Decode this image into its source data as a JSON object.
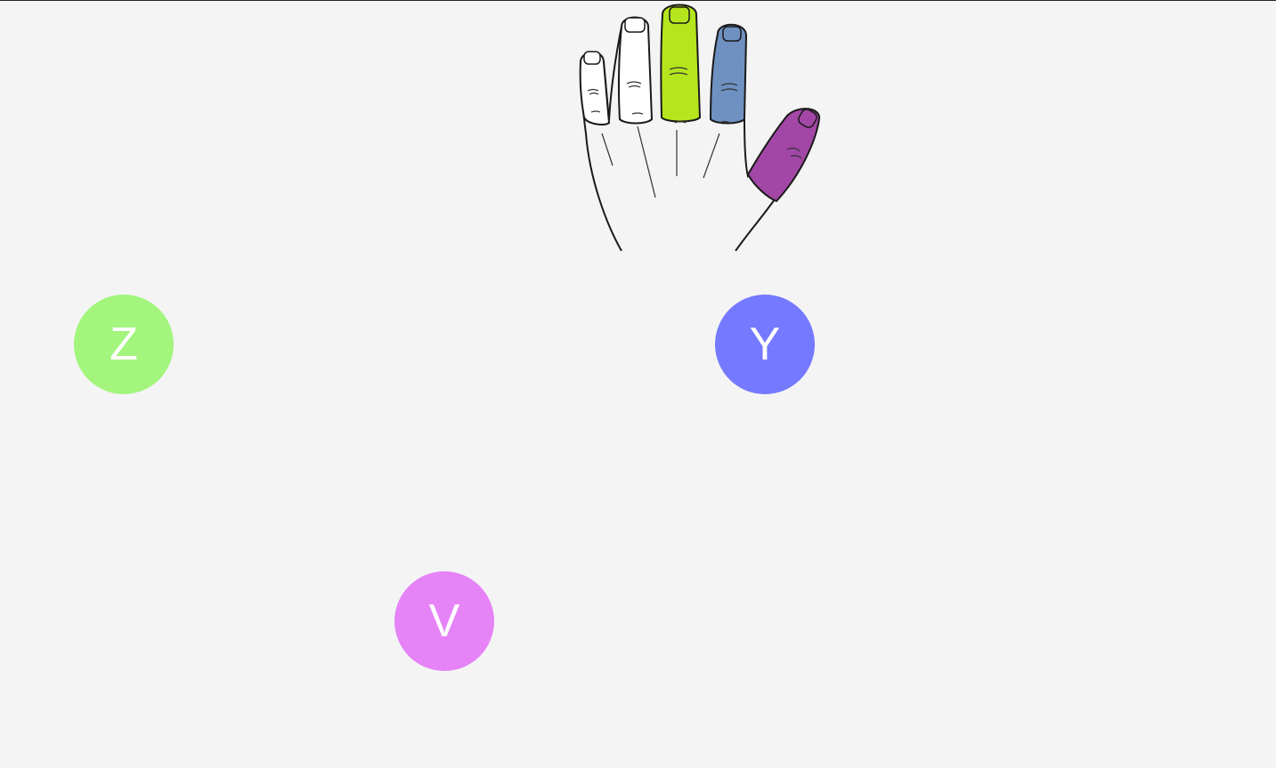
{
  "hand": {
    "icon": "left-hand-finger-guide-icon",
    "finger_colors": {
      "pinky": "#ffffff",
      "ring": "#ffffff",
      "middle": "#b5e61d",
      "index": "#6f91c1",
      "thumb": "#a347a6"
    }
  },
  "keys": [
    {
      "letter": "Z",
      "color": "#a3f57d"
    },
    {
      "letter": "Y",
      "color": "#7579ff"
    },
    {
      "letter": "V",
      "color": "#e683f7"
    }
  ]
}
